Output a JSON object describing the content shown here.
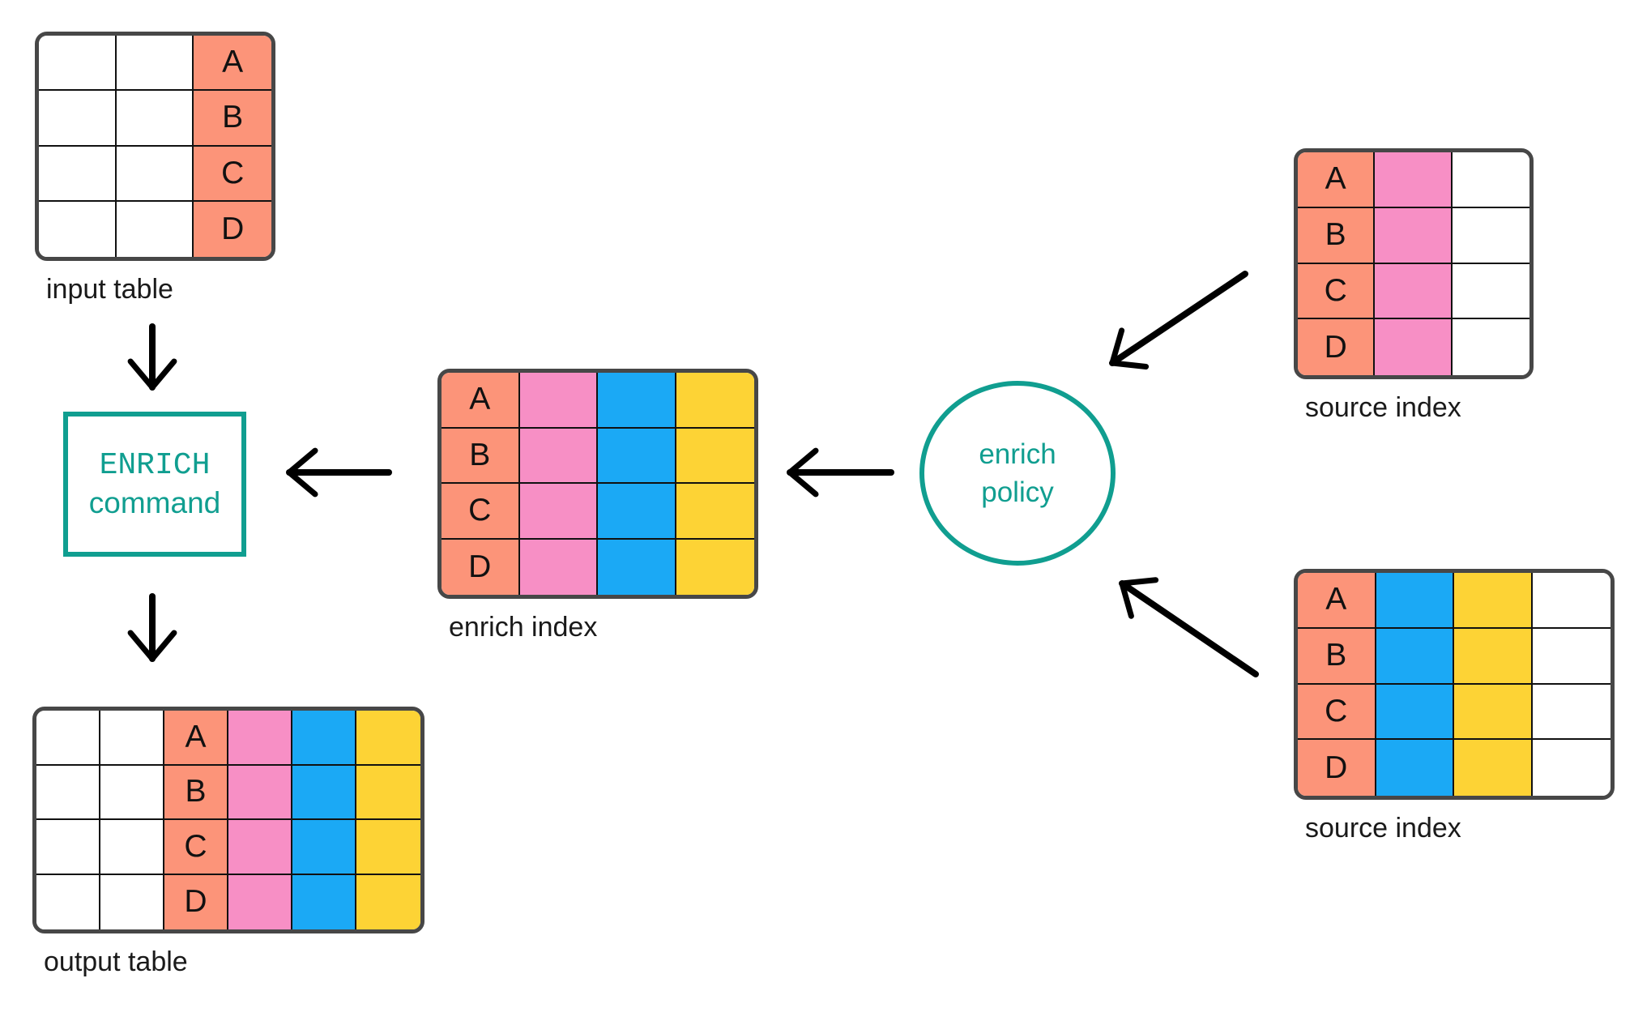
{
  "palette": {
    "salmon": "#FC9479",
    "pink": "#F78FC5",
    "blue": "#1BA9F5",
    "yellow": "#FDD335",
    "white": "#FFFFFF",
    "teal": "#109E90",
    "table_border": "#474747",
    "grid_line": "#111111",
    "arrow": "#000000",
    "label_text": "#1A1A1A"
  },
  "tables": {
    "input": {
      "label": "input table",
      "rows": 4,
      "columns": [
        {
          "fill": "white"
        },
        {
          "fill": "white"
        },
        {
          "fill": "salmon",
          "cell_labels": [
            "A",
            "B",
            "C",
            "D"
          ]
        }
      ]
    },
    "enrich_index": {
      "label": "enrich index",
      "rows": 4,
      "columns": [
        {
          "fill": "salmon",
          "cell_labels": [
            "A",
            "B",
            "C",
            "D"
          ]
        },
        {
          "fill": "pink"
        },
        {
          "fill": "blue"
        },
        {
          "fill": "yellow"
        }
      ]
    },
    "source_index_top": {
      "label": "source index",
      "rows": 4,
      "columns": [
        {
          "fill": "salmon",
          "cell_labels": [
            "A",
            "B",
            "C",
            "D"
          ]
        },
        {
          "fill": "pink"
        },
        {
          "fill": "white"
        }
      ]
    },
    "source_index_bottom": {
      "label": "source index",
      "rows": 4,
      "columns": [
        {
          "fill": "salmon",
          "cell_labels": [
            "A",
            "B",
            "C",
            "D"
          ]
        },
        {
          "fill": "blue"
        },
        {
          "fill": "yellow"
        },
        {
          "fill": "white"
        }
      ]
    },
    "output": {
      "label": "output table",
      "rows": 4,
      "columns": [
        {
          "fill": "white"
        },
        {
          "fill": "white"
        },
        {
          "fill": "salmon",
          "cell_labels": [
            "A",
            "B",
            "C",
            "D"
          ]
        },
        {
          "fill": "pink"
        },
        {
          "fill": "blue"
        },
        {
          "fill": "yellow"
        }
      ]
    }
  },
  "nodes": {
    "enrich_command": {
      "line1": "ENRICH",
      "line2": "command"
    },
    "enrich_policy": {
      "line1": "enrich",
      "line2": "policy"
    }
  }
}
